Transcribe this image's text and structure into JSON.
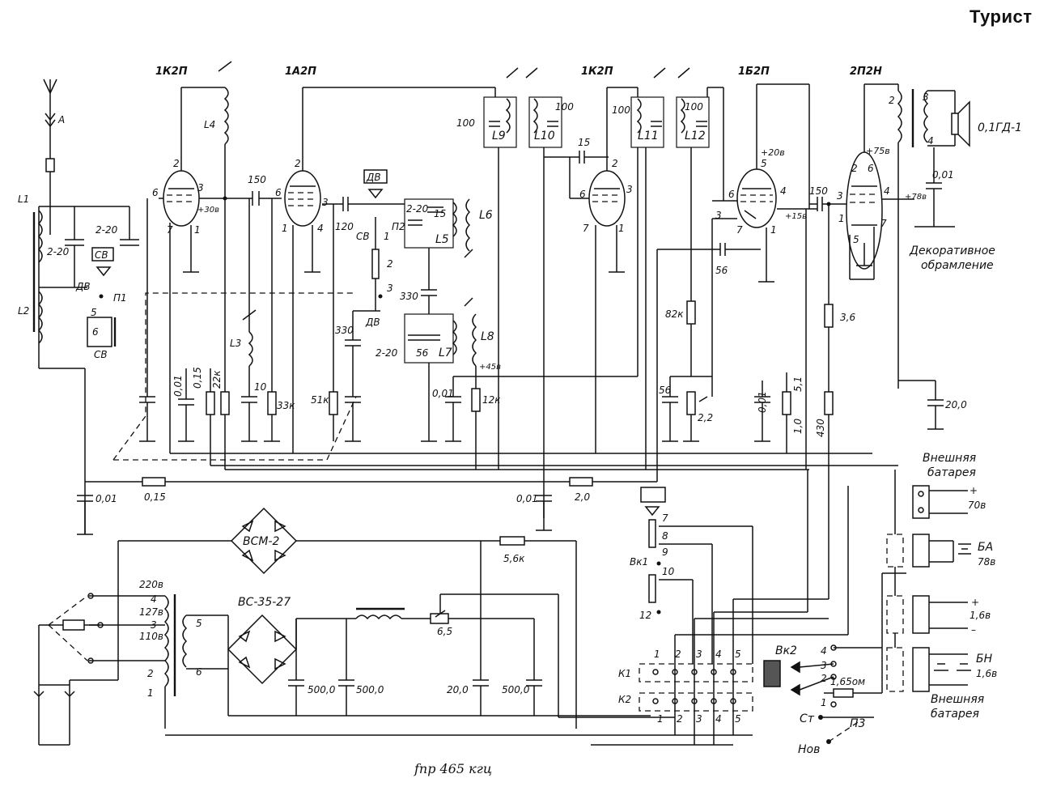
{
  "title": "Турист",
  "footnote": "fпр 465 кгц",
  "tubes": [
    {
      "label": "1К2П"
    },
    {
      "label": "1А2П"
    },
    {
      "label": "1К2П"
    },
    {
      "label": "1Б2П"
    },
    {
      "label": "2П2Н"
    }
  ],
  "inductors": [
    "L1",
    "L2",
    "L3",
    "L4",
    "L5",
    "L6",
    "L7",
    "L8",
    "L9",
    "L10",
    "L11",
    "L12"
  ],
  "capacitors": [
    "2-20",
    "2-20",
    "150",
    "120",
    "2-20",
    "15",
    "330",
    "330",
    "2-20",
    "56",
    "0,01",
    "0,15",
    "10",
    "0,01",
    "100",
    "100",
    "15",
    "100",
    "100",
    "56",
    "150",
    "0,01",
    "20,0",
    "0,01",
    "0,01",
    "0,01",
    "500,0",
    "500,0",
    "20,0",
    "500,0",
    "56",
    "0,01"
  ],
  "resistors": [
    "22к",
    "33к",
    "51к",
    "12к",
    "82к",
    "2,2",
    "5,1",
    "1,0",
    "3,6",
    "430",
    "0,15",
    "2,0",
    "5,6к",
    "6,5",
    "1,65ом"
  ],
  "misc_labels": {
    "antenna": "A",
    "sv": "СВ",
    "dv": "ДВ",
    "p1": "П1",
    "p2": "П2",
    "p3": "П3",
    "speaker": "0,1ГД-1",
    "decor": "Декоративное",
    "decor2": "обрамление",
    "v20": "+20в",
    "v15": "+15в",
    "v75": "+75в",
    "v78": "+78в",
    "v30": "+30в",
    "v45": "+45в",
    "rect1": "ВСМ-2",
    "rect2": "ВС-35-27",
    "mains220": "220в",
    "mains127": "127в",
    "mains110": "110в",
    "vk1": "Вк1",
    "vk2": "Вк2",
    "k1": "К1",
    "k2": "К2",
    "ext_bat": "Внешняя",
    "ext_bat2": "батарея",
    "v70": "70в",
    "ba": "БА",
    "ba_v": "78в",
    "v16": "1,6в",
    "bn": "БН",
    "bn_v": "1,6в",
    "st": "Ст",
    "nov": "Нов"
  }
}
